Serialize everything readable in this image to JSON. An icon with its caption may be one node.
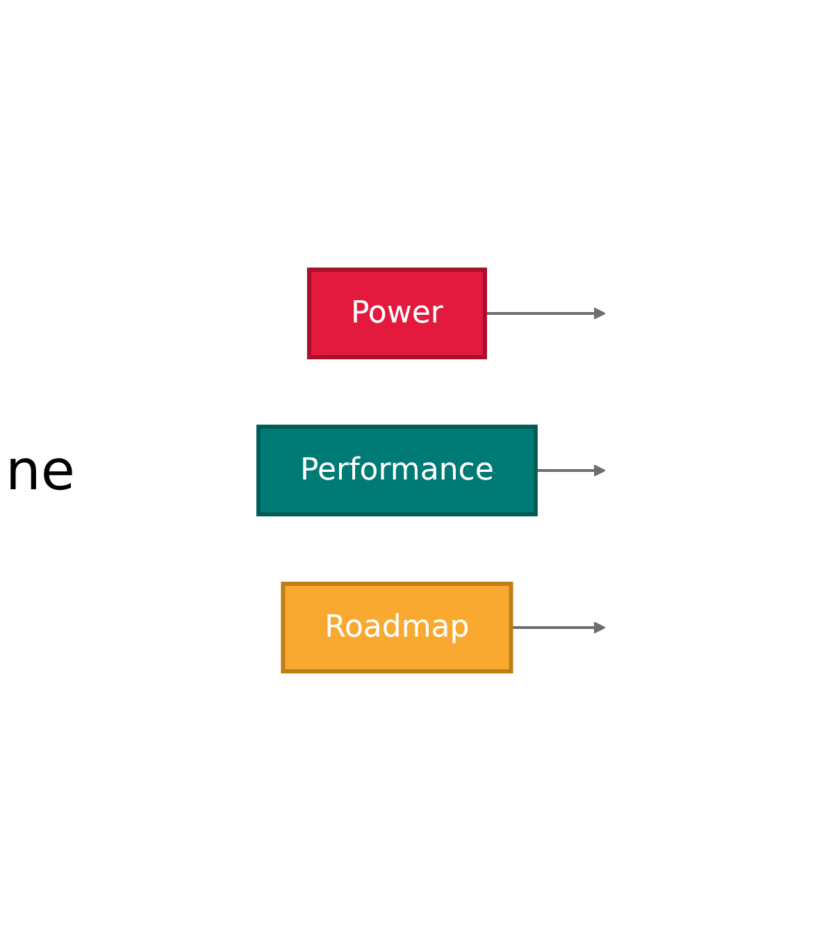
{
  "diagram": {
    "nodes": [
      {
        "text": [
          "Power"
        ]
      },
      {
        "text": [
          "Performance"
        ]
      },
      {
        "text": [
          "Roadmap"
        ]
      }
    ],
    "edges": [
      {
        "from": 0,
        "to": null,
        "arrow": "to"
      },
      {
        "from": 1,
        "to": null,
        "arrow": "to"
      },
      {
        "from": 2,
        "to": null,
        "arrow": "to"
      }
    ],
    "labels": [
      "ne"
    ]
  }
}
